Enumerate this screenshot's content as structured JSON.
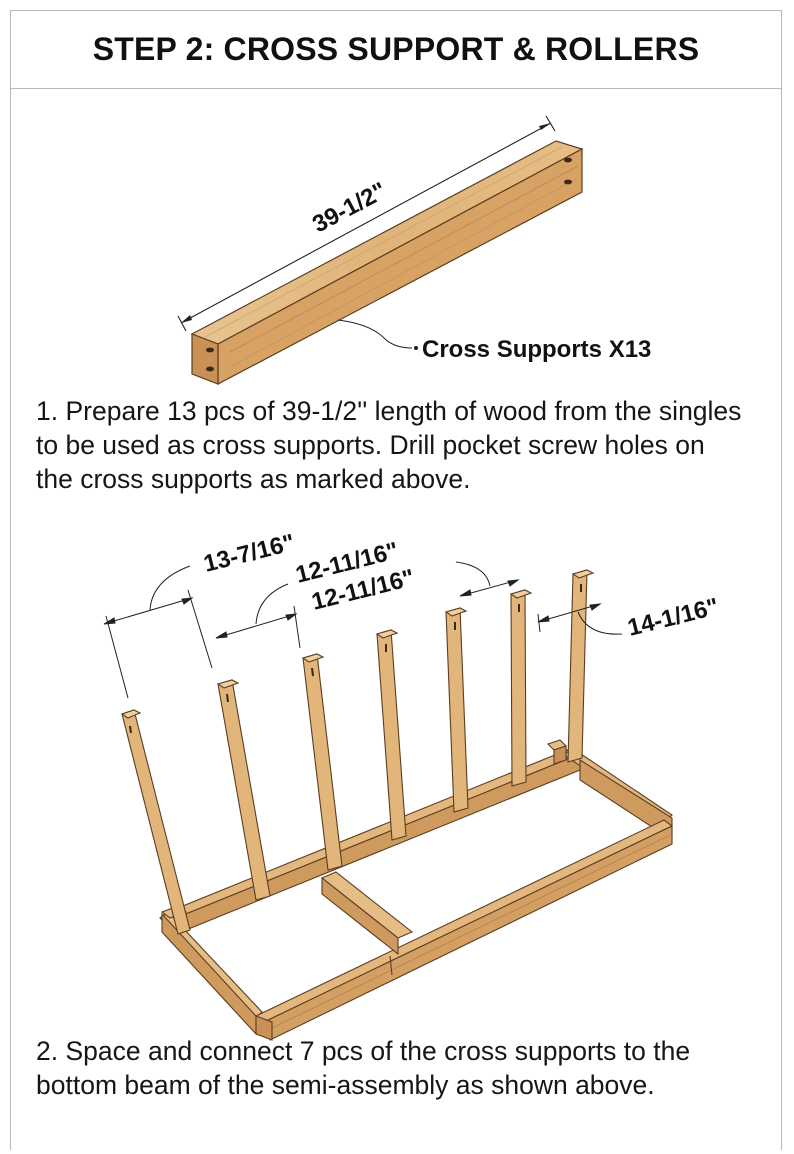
{
  "header": {
    "title": "STEP 2: CROSS SUPPORT & ROLLERS"
  },
  "figure1": {
    "length_label": "39-1/2\"",
    "callout_label": "Cross Supports X13"
  },
  "step1": {
    "text": "1. Prepare 13 pcs of 39-1/2'' length of wood from the singles to be used as cross supports. Drill pocket screw holes on the cross supports as marked above."
  },
  "figure2": {
    "spacing_labels": [
      "13-7/16\"",
      "12-11/16\"",
      "12-11/16\"",
      "14-1/16\""
    ]
  },
  "step2": {
    "text": "2. Space and connect 7 pcs of the cross supports to the bottom beam of the semi-assembly as shown above."
  },
  "colors": {
    "wood_light": "#e8c08a",
    "wood_mid": "#d9a468",
    "wood_dark": "#b8844e",
    "outline": "#5a3d22"
  }
}
